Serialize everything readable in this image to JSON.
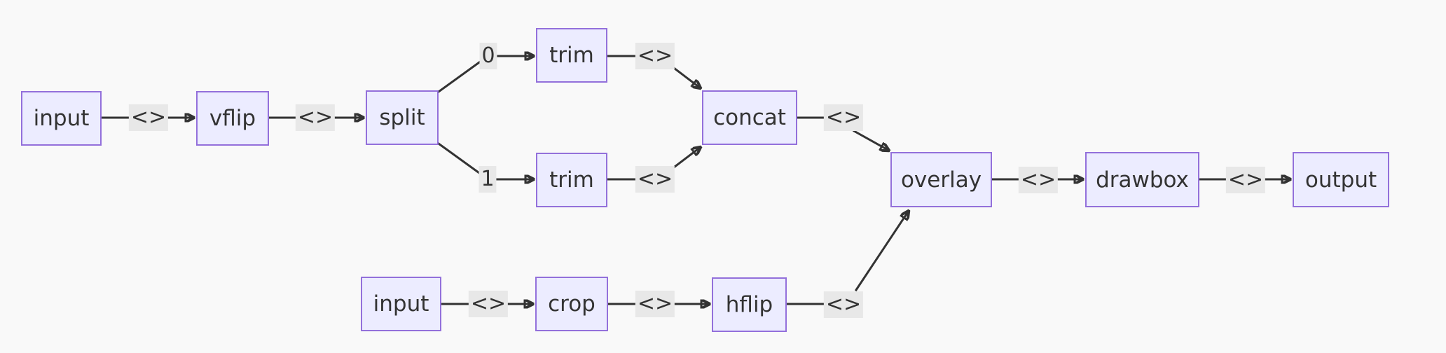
{
  "diagram": {
    "type": "flowchart-left-to-right",
    "colors": {
      "background": "#f9f9f9",
      "node_fill": "#ececff",
      "node_border": "#9370db",
      "text": "#333333",
      "edge_line": "#333333",
      "edge_label_background": "#e8e8e8"
    },
    "nodes": {
      "input_top": {
        "label": "input"
      },
      "vflip": {
        "label": "vflip"
      },
      "split": {
        "label": "split"
      },
      "trim_0": {
        "label": "trim"
      },
      "trim_1": {
        "label": "trim"
      },
      "concat": {
        "label": "concat"
      },
      "overlay": {
        "label": "overlay"
      },
      "drawbox": {
        "label": "drawbox"
      },
      "output": {
        "label": "output"
      },
      "input_bottom": {
        "label": "input"
      },
      "crop": {
        "label": "crop"
      },
      "hflip": {
        "label": "hflip"
      }
    },
    "edge_labels": {
      "input_top_to_vflip": "<>",
      "vflip_to_split": "<>",
      "split_to_trim_0": "0",
      "split_to_trim_1": "1",
      "trim_0_to_concat": "<>",
      "trim_1_to_concat": "<>",
      "concat_to_overlay": "<>",
      "overlay_to_drawbox": "<>",
      "drawbox_to_output": "<>",
      "input_bottom_to_crop": "<>",
      "crop_to_hflip": "<>",
      "hflip_to_overlay": "<>"
    }
  }
}
